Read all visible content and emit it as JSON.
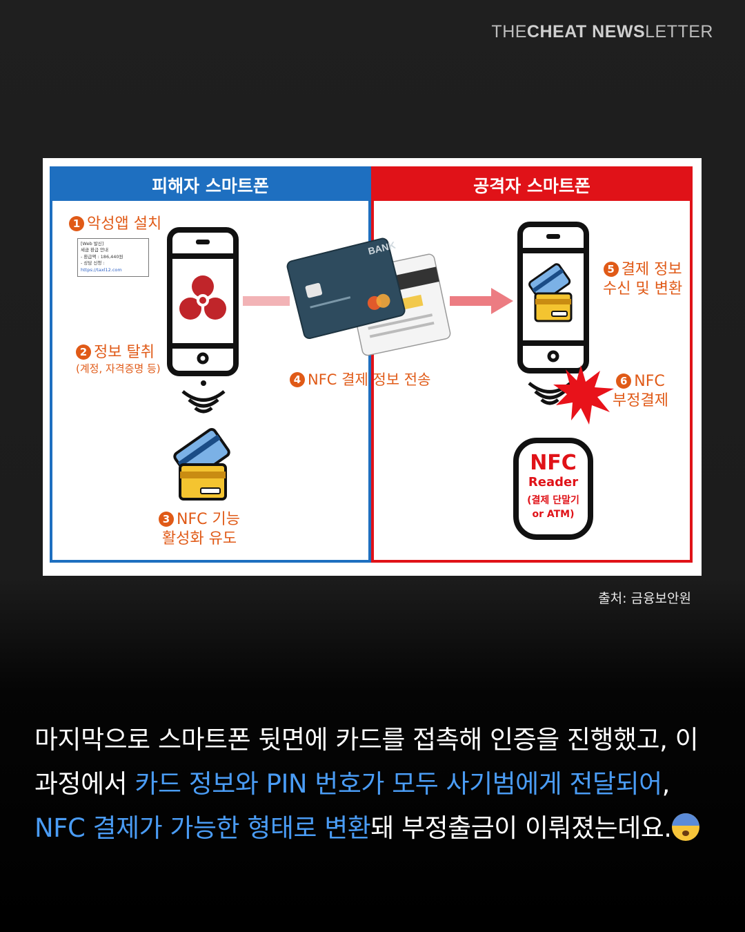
{
  "brand": {
    "the": "THE",
    "cheat": "CHEAT",
    "news": "NEWS",
    "letter": "LETTER"
  },
  "figure": {
    "left_title": "피해자 스마트폰",
    "right_title": "공격자 스마트폰",
    "step1": {
      "num": "1",
      "text": "악성앱 설치"
    },
    "sms": {
      "line1": "[Web 발신]",
      "line2": "세금 환급 안내",
      "line3": "- 환급액 : 186,440원",
      "line4_prefix": "- 상담 신청 : ",
      "line4_link": "https://taxl12.com"
    },
    "step2": {
      "num": "2",
      "text": "정보 탈취",
      "sub": "(계정, 자격증명 등)"
    },
    "step3": {
      "num": "3",
      "line1": "NFC 기능",
      "line2": "활성화 유도"
    },
    "step4": {
      "num": "4",
      "text": "NFC 결제 정보 전송"
    },
    "step5": {
      "num": "5",
      "line1": "결제 정보",
      "line2": "수신 및 변환"
    },
    "step6": {
      "num": "6",
      "line1": "NFC",
      "line2": "부정결제"
    },
    "card_bank": "BANK",
    "reader": {
      "title": "NFC",
      "sub": "Reader",
      "note1": "(결제 단말기",
      "note2": "or ATM)"
    },
    "colors": {
      "victim": "#1e6fc0",
      "attacker": "#e01218",
      "label": "#e05a17"
    }
  },
  "source": "출처: 금융보안원",
  "body": {
    "part1": "마지막으로 스마트폰 뒷면에 카드를 접촉해 인증을 진행했고, 이 과정에서 ",
    "highlight1": "카드 정보와 PIN 번호가 모두 사기범에게 전달되어",
    "part2": ", ",
    "highlight2": "NFC 결제가 가능한 형태로 변환",
    "part3": "돼  부정출금이 이뤄졌는데요.",
    "emoji": "anxious-face-with-sweat-icon"
  }
}
